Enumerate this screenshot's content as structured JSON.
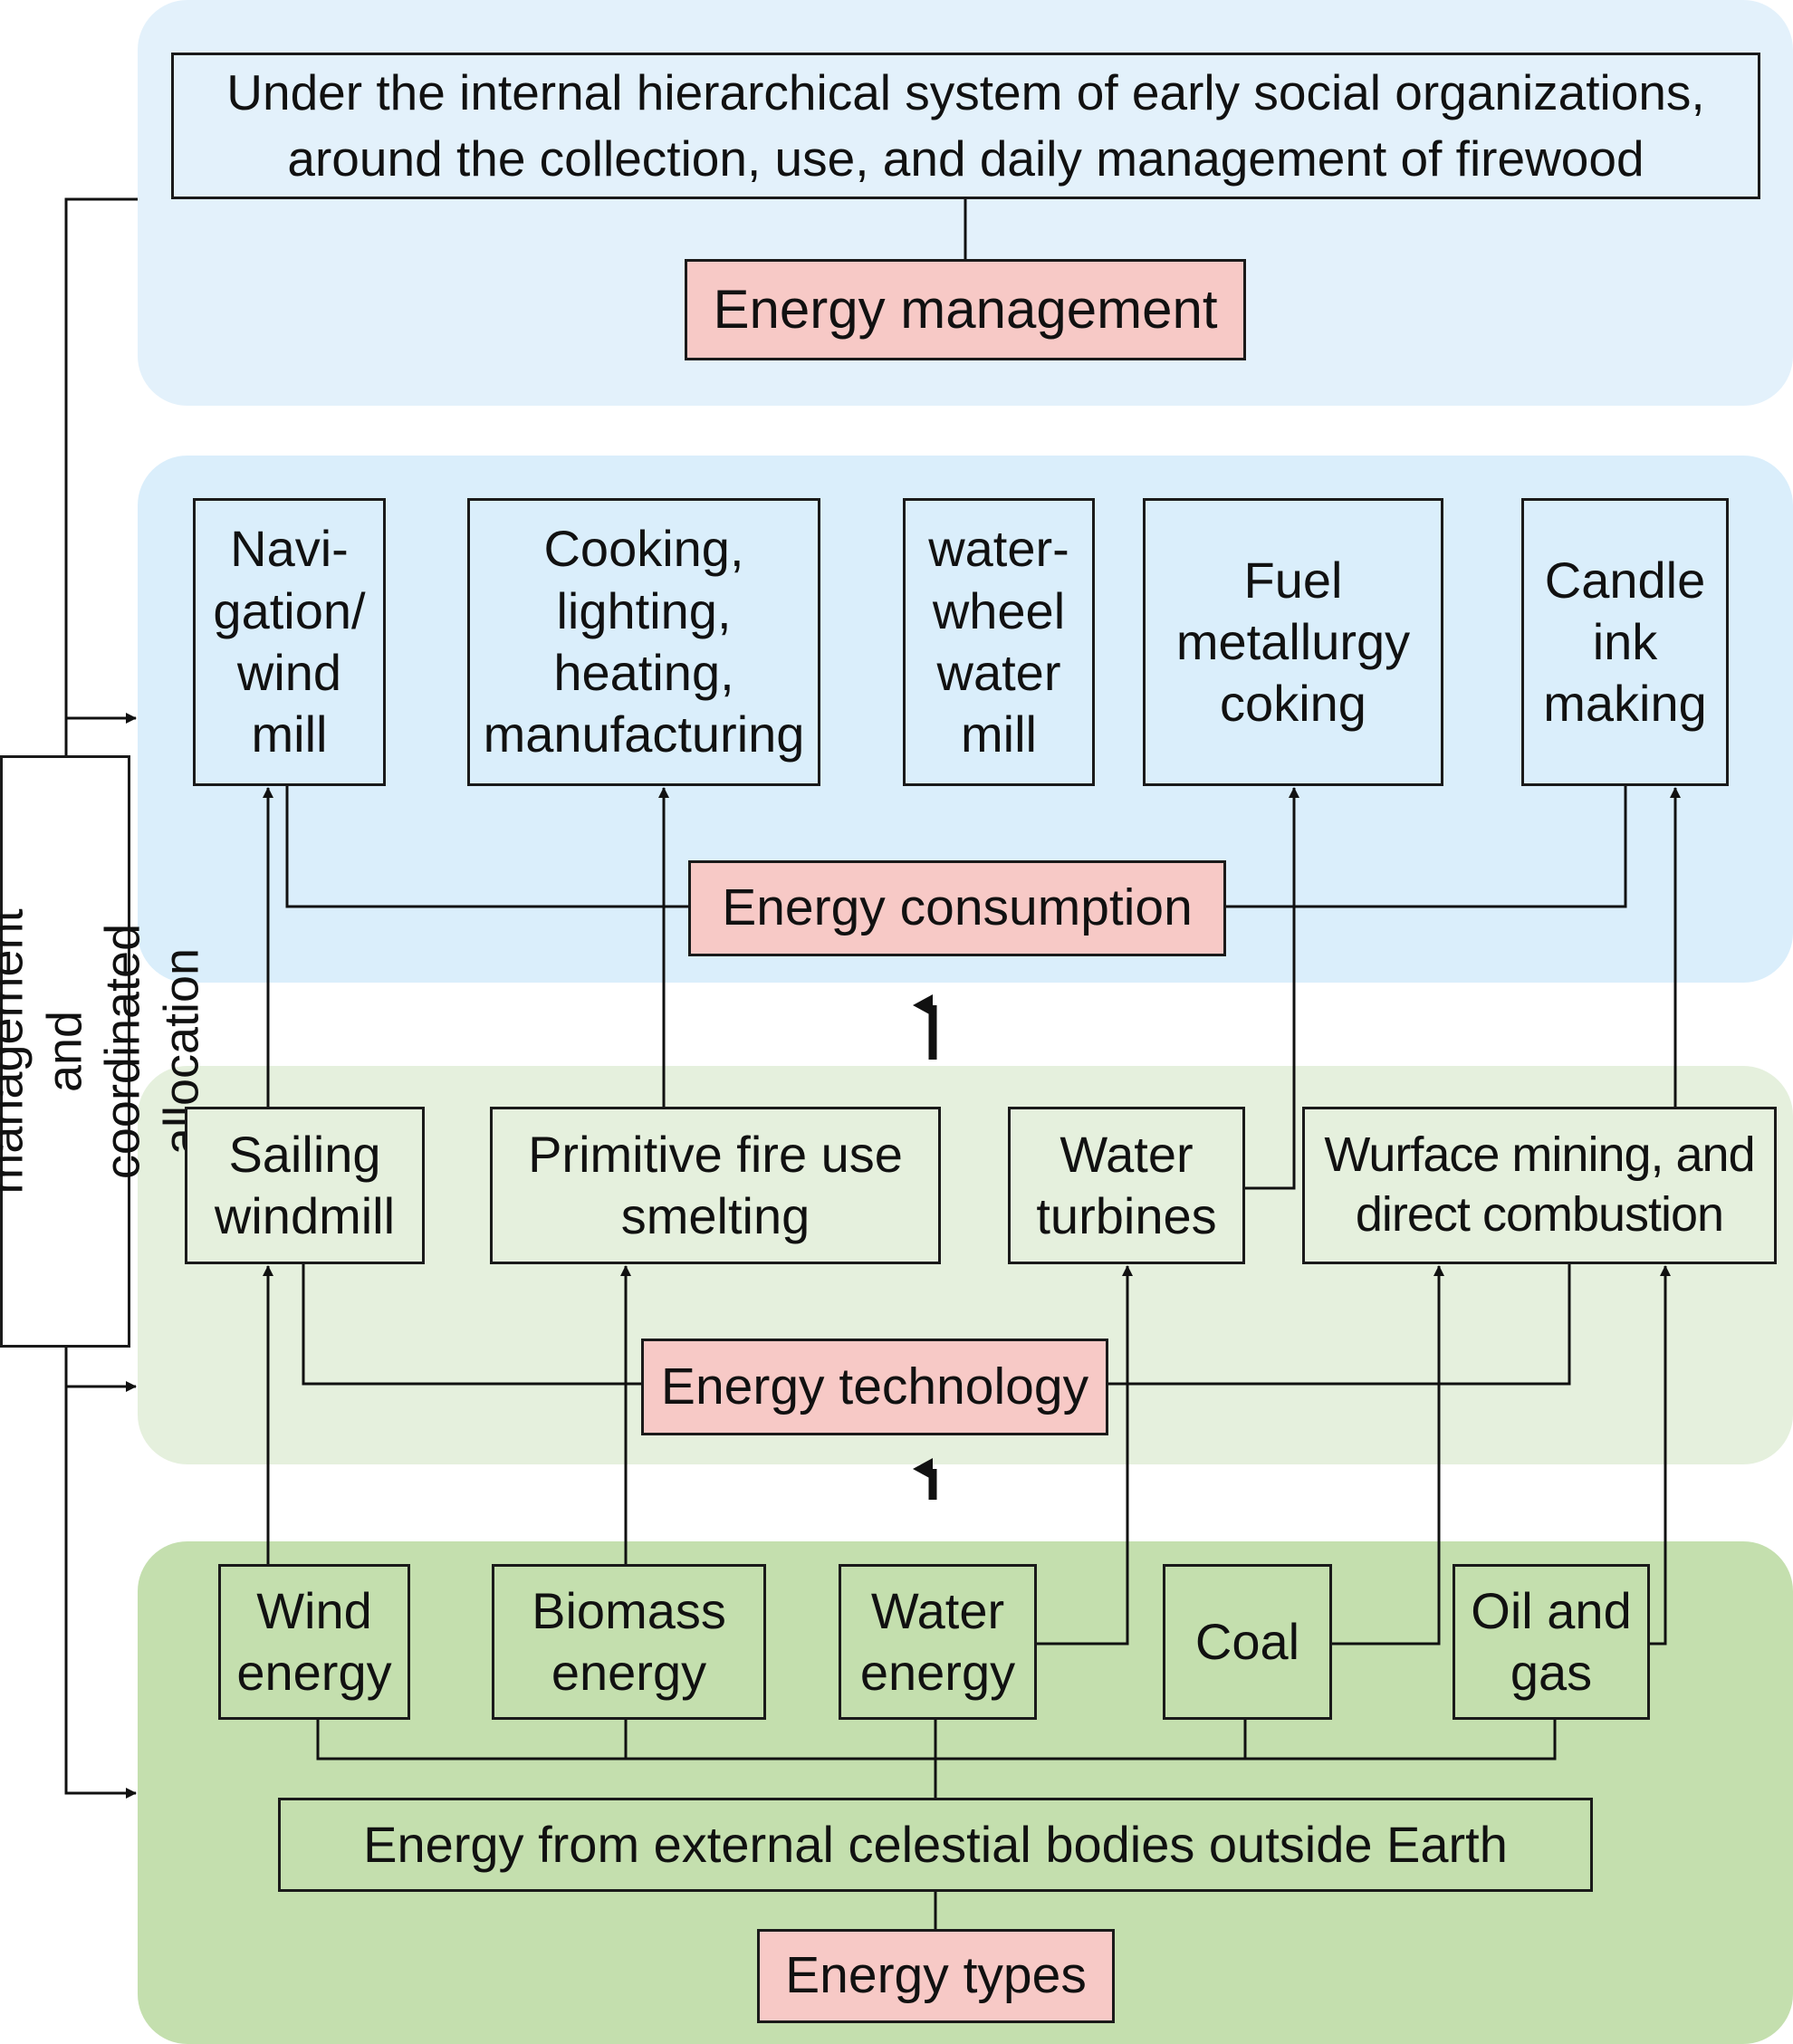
{
  "side_label": "Daily management and\ncoordinated allocation",
  "management": {
    "description": "Under the internal hierarchical system of early social organizations,\naround the collection, use, and daily management of firewood",
    "label": "Energy management"
  },
  "consumption": {
    "label": "Energy consumption",
    "items": [
      "Navi-\ngation/\nwind\nmill",
      "Cooking,\nlighting,\nheating,\nmanufacturing",
      "water-\nwheel\nwater\nmill",
      "Fuel\nmetallurgy\ncoking",
      "Candle\nink\nmaking"
    ]
  },
  "technology": {
    "label": "Energy technology",
    "items": [
      "Sailing\nwindmill",
      "Primitive fire use\nsmelting",
      "Water\nturbines",
      "Wurface mining, and\ndirect combustion"
    ]
  },
  "types": {
    "label": "Energy types",
    "items": [
      "Wind\nenergy",
      "Biomass\nenergy",
      "Water\nenergy",
      "Coal",
      "Oil and\ngas"
    ],
    "source": "Energy from external celestial bodies outside Earth"
  },
  "colors": {
    "management_panel": "#e3f1fb",
    "consumption_panel": "#daeefb",
    "technology_panel": "#e5f0dd",
    "types_panel": "#c4dfae",
    "label_box": "#f7c9c6"
  }
}
